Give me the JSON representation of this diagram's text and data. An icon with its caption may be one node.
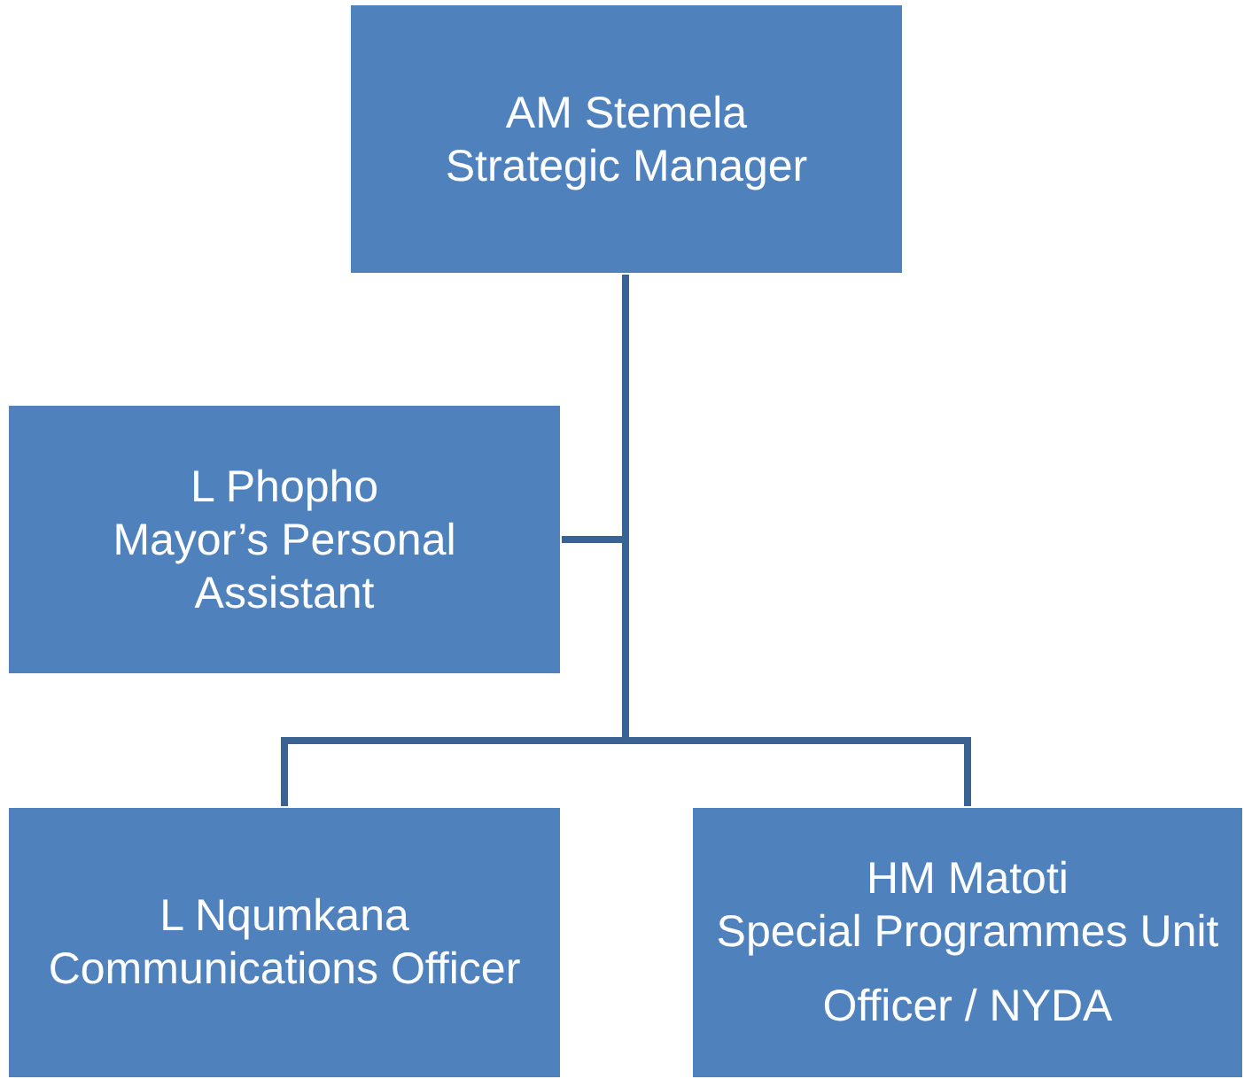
{
  "diagram": {
    "nodes": [
      {
        "text": [
          "AM Stemela",
          "Strategic Manager"
        ]
      },
      {
        "text": [
          "L Phopho",
          "Mayor’s Personal Assistant"
        ]
      },
      {
        "text": [
          "L Nqumkana",
          "Communications Officer"
        ]
      },
      {
        "text": [
          "HM Matoti",
          "Special Programmes Unit",
          "Officer / NYDA"
        ]
      }
    ],
    "edges": [
      {
        "from": 0,
        "to": 1,
        "arrow": "none"
      },
      {
        "from": 0,
        "to": 2,
        "arrow": "none"
      },
      {
        "from": 0,
        "to": 3,
        "arrow": "none"
      }
    ]
  }
}
